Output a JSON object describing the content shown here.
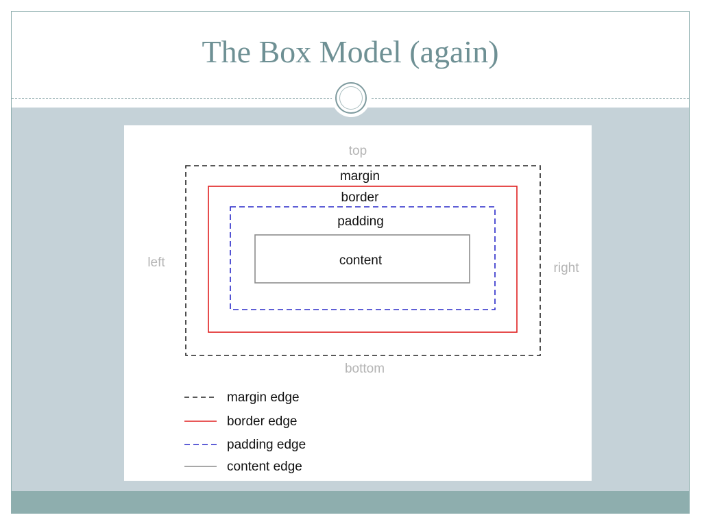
{
  "slide": {
    "title": "The Box Model (again)"
  },
  "diagram": {
    "sides": {
      "top": "top",
      "bottom": "bottom",
      "left": "left",
      "right": "right"
    },
    "layers": {
      "margin": "margin",
      "border": "border",
      "padding": "padding",
      "content": "content"
    },
    "legend": [
      {
        "label": "margin edge",
        "style": "dashed",
        "color": "#222222"
      },
      {
        "label": "border edge",
        "style": "solid",
        "color": "#e02020"
      },
      {
        "label": "padding edge",
        "style": "dashed",
        "color": "#2828c8"
      },
      {
        "label": "content edge",
        "style": "solid",
        "color": "#8c8c8c"
      }
    ],
    "colors": {
      "margin": "#222222",
      "border": "#e02020",
      "padding": "#2828c8",
      "content": "#8c8c8c",
      "side_label": "#b4b4b4",
      "layer_label": "#111111"
    }
  }
}
